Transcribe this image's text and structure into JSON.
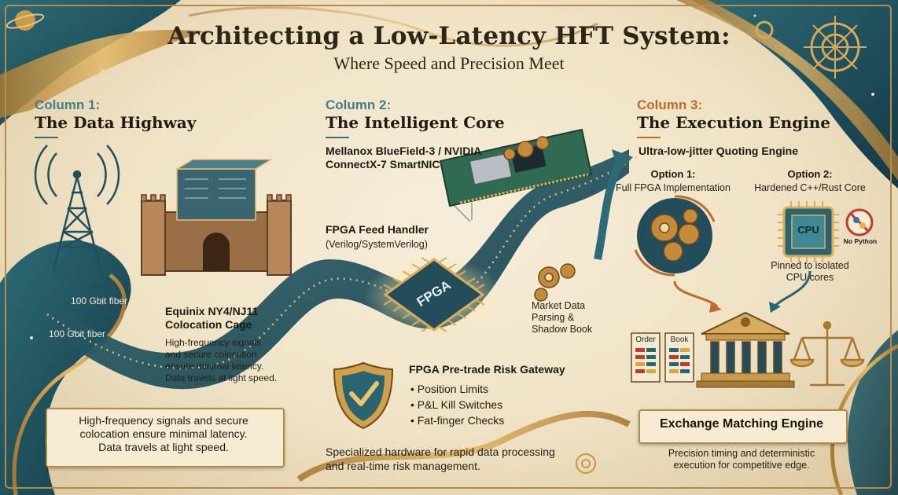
{
  "header": {
    "title": "Architecting a Low-Latency HFT System:",
    "subtitle": "Where Speed and Precision Meet"
  },
  "columns": [
    {
      "label": "Column 1:",
      "heading": "The Data Highway"
    },
    {
      "label": "Column 2:",
      "heading": "The Intelligent Core"
    },
    {
      "label": "Column 3:",
      "heading": "The Execution Engine"
    }
  ],
  "column1": {
    "fiber_labels": [
      "100 Gbit fiber",
      "100 Gbit fiber"
    ],
    "colocation_title": "Equinix NY4/NJ11\nColocation Cage",
    "colocation_desc": "High-frequency signals\nand secure colocation\nensure minimal latency.\nData travels at light speed.",
    "scroll_text": "High-frequency signals and secure\ncolocation ensure minimal latency.\nData travels at light speed."
  },
  "column2": {
    "nic_label": "Mellanox BlueField-3 / NVIDIA\nConnectX-7 SmartNIC",
    "fpga_feed_title": "FPGA Feed Handler",
    "fpga_feed_sub": "(Verilog/SystemVerilog)",
    "fpga_chip_text": "FPGA",
    "market_data": "Market Data\nParsing &\nShadow Book",
    "risk_title": "FPGA Pre-trade Risk Gateway",
    "risk_items": [
      "• Position Limits",
      "• P&L Kill Switches",
      "• Fat-finger Checks"
    ],
    "footer": "Specialized hardware for rapid data processing\nand real-time risk management."
  },
  "column3": {
    "quoting_engine": "Ultra-low-jitter Quoting Engine",
    "option1_title": "Option 1:",
    "option1_desc": "Full FPGA Implementation",
    "option2_title": "Option 2:",
    "option2_desc": "Hardened C++/Rust Core",
    "cpu_text": "CPU",
    "no_python": "No Python",
    "pinned": "Pinned to isolated\nCPU cores",
    "order_label": "Order",
    "book_label": "Book",
    "exchange": "Exchange Matching Engine",
    "footer": "Precision timing and deterministic\nexecution for competitive edge."
  },
  "colors": {
    "teal": "#1f4f5c",
    "gold": "#c9973f",
    "column1_label": "#3f7f8c",
    "column2_label": "#3f7f8c",
    "column3_label": "#c06a2a"
  }
}
